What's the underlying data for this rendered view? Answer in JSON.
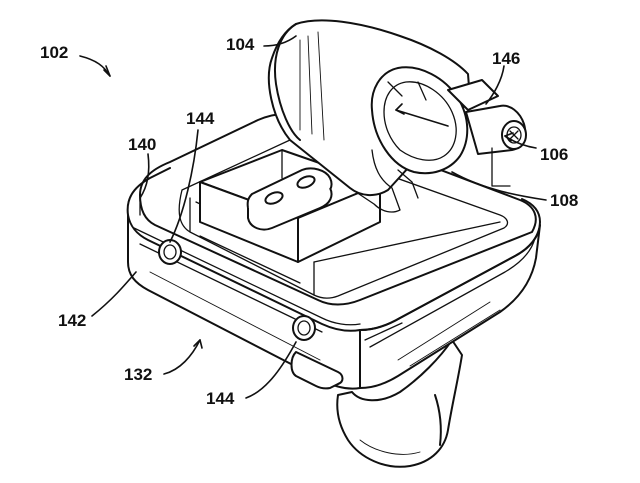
{
  "figure": {
    "labels": {
      "l102": "102",
      "l104": "104",
      "l146": "146",
      "l140": "140",
      "l144a": "144",
      "l106": "106",
      "l108": "108",
      "l142": "142",
      "l132": "132",
      "l144b": "144"
    },
    "colors": {
      "ink": "#111111",
      "paper": "#ffffff"
    }
  }
}
